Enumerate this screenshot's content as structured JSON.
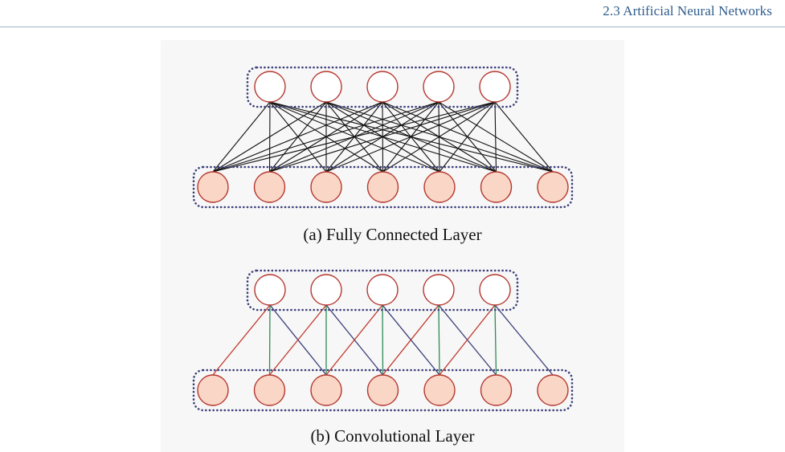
{
  "header": {
    "running_title": "2.3 Artificial Neural Networks"
  },
  "figure": {
    "panels": [
      {
        "caption": "(a) Fully Connected Layer",
        "type": "fully-connected",
        "top_nodes": 5,
        "bottom_nodes": 7,
        "kernel_size": 3
      },
      {
        "caption": "(b) Convolutional Layer",
        "type": "convolutional",
        "top_nodes": 5,
        "bottom_nodes": 7,
        "kernel_size": 3
      }
    ]
  },
  "colors": {
    "header_text": "#2e5c8c",
    "header_rule": "#9fb3c8",
    "node_stroke": "#b5372f",
    "bottom_node_fill": "#f9d6c6",
    "top_node_fill": "#ffffff",
    "group_border": "#3b3f7a",
    "fc_edge": "#111111",
    "conv_edge_left": "#c0392b",
    "conv_edge_center": "#2e8b57",
    "conv_edge_right": "#3b3f7a"
  }
}
